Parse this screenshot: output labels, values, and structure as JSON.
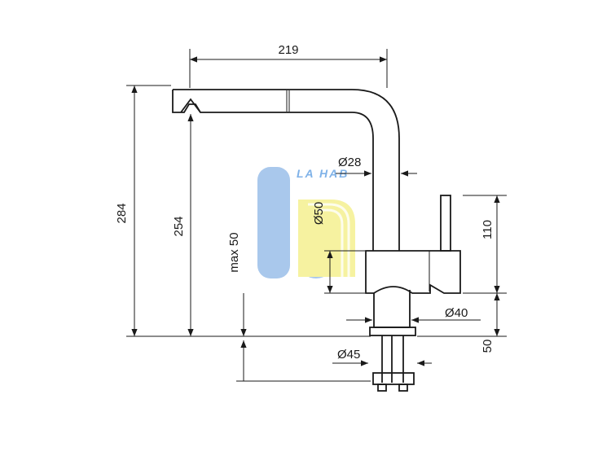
{
  "watermark": {
    "text": "LA HAB",
    "color_blue": "#a9c8ec",
    "color_yellow": "#f6f2a0"
  },
  "dimensions": {
    "width_219": "219",
    "height_284": "284",
    "height_254": "254",
    "max_50": "max 50",
    "d28": "Ø28",
    "d50": "Ø50",
    "h110": "110",
    "d40": "Ø40",
    "h50": "50",
    "d45": "Ø45"
  },
  "colors": {
    "line": "#1a1a1a"
  }
}
